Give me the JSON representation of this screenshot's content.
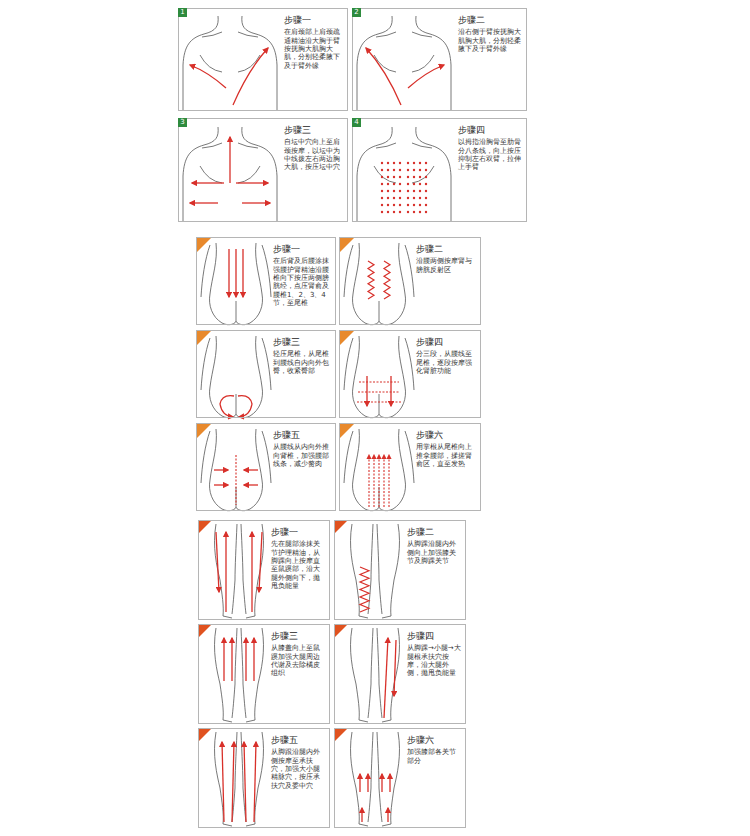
{
  "diagram": {
    "nodes": [
      {
        "text": [
          "步骤一",
          "在肩颈部上肩颈疏通精油沿大胸于臂按抚胸大肌胸大肌，分别轻柔腋下及于臂外缘"
        ]
      },
      {
        "text": [
          "步骤二",
          "沿右侧于臂按抚胸大肌胸大肌，分别轻柔腋下及于臂外缘"
        ]
      },
      {
        "text": [
          "步骤三",
          "自坛中穴向上至肩颈按摩，以坛中为中线拨左右两边胸大肌，按压坛中穴"
        ]
      },
      {
        "text": [
          "步骤四",
          "以拇指沿胸骨至肋骨分八条线，向上按压抑制左右双臂，拉伸上手臂"
        ]
      },
      {
        "text": [
          "步骤一",
          "在后背及后腰涂抹强腰护肾精油沿腰椎向下按压两侧膀胱经，点压肾俞及腰椎1、2、3、4节，至尾椎"
        ]
      },
      {
        "text": [
          "步骤二",
          "沿腰两侧按摩肾与膀胱反射区"
        ]
      },
      {
        "text": [
          "步骤三",
          "轻压尾椎，从尾椎到腰线自内向外包臀，收紧臀部"
        ]
      },
      {
        "text": [
          "步骤四",
          "分三段，从腰线至尾椎，逐段按摩强化肾脏功能"
        ]
      },
      {
        "text": [
          "步骤五",
          "从腰线从内向外推向背椎，加强腰部线条，减少赘肉"
        ]
      },
      {
        "text": [
          "步骤六",
          "用掌根从尾椎向上推拿腰部，揉搓肾俞区，直至发热"
        ]
      },
      {
        "text": [
          "步骤一",
          "先在腿部涂抹关节护理精油，从脚踝向上按摩直至鼠蹊部，沿大腿外侧向下，拋甩负能量"
        ]
      },
      {
        "text": [
          "步骤二",
          "从脚踝沿腿内外侧向上加强膝关节及脚踝关节"
        ]
      },
      {
        "text": [
          "步骤三",
          "从膝盖向上至鼠蹊加强大腿周边代谢及去除橘皮组织"
        ]
      },
      {
        "text": [
          "步骤四",
          "从脚踝→小腿→大腿根承扶穴按摩，沿大腿外侧，拋甩负能量"
        ]
      },
      {
        "text": [
          "步骤五",
          "从脚跟沿腿内外侧按摩至承扶穴，加强大小腿精脉穴，按压承扶穴及委中穴"
        ]
      },
      {
        "text": [
          "步骤六",
          "加强膝部各关节部分"
        ]
      }
    ],
    "labels": [
      "1",
      "2",
      "3",
      "4"
    ]
  }
}
